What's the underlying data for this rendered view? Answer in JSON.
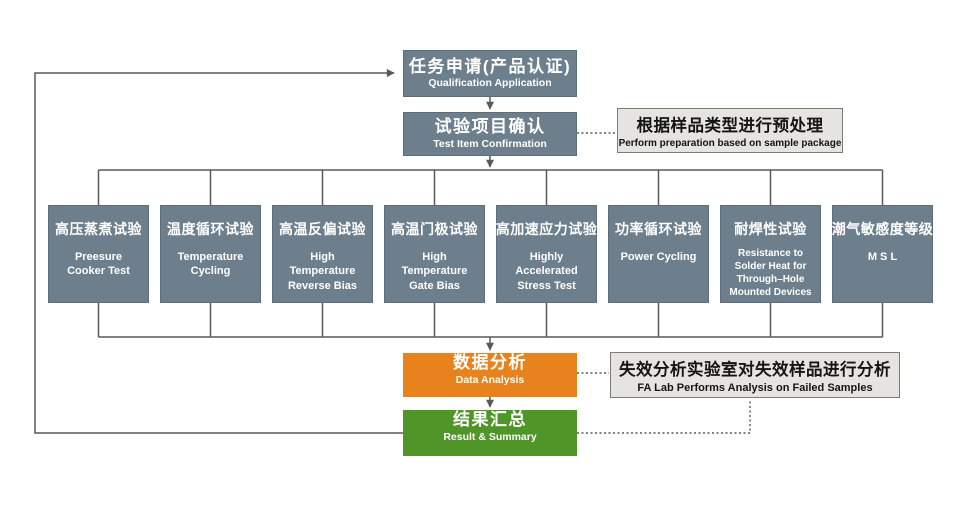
{
  "start": {
    "zh": "任务申请(产品认证)",
    "en": "Qualification Application"
  },
  "confirm": {
    "zh": "试验项目确认",
    "en": "Test Item Confirmation"
  },
  "prep_note": {
    "zh": "根据样品类型进行预处理",
    "en": "Perform preparation based on sample package"
  },
  "tests": [
    {
      "zh": "高压蒸煮试验",
      "en": "Preesure\nCooker Test"
    },
    {
      "zh": "温度循环试验",
      "en": "Temperature\nCycling"
    },
    {
      "zh": "高温反偏试验",
      "en": "High\nTemperature\nReverse Bias"
    },
    {
      "zh": "高温门极试验",
      "en": "High\nTemperature\nGate Bias"
    },
    {
      "zh": "高加速应力试验",
      "en": "Highly\nAccelerated\nStress Test"
    },
    {
      "zh": "功率循环试验",
      "en": "Power Cycling"
    },
    {
      "zh": "耐焊性试验",
      "en": "Resistance to\nSolder Heat  for\nThrough–Hole\nMounted Devices"
    },
    {
      "zh": "潮气敏感度等级",
      "en": "M S L"
    }
  ],
  "data_analysis": {
    "zh": "数据分析",
    "en": "Data Analysis"
  },
  "result": {
    "zh": "结果汇总",
    "en": "Result & Summary"
  },
  "fa_note": {
    "zh": "失效分析实验室对失效样品进行分析",
    "en": "FA Lab Performs Analysis on Failed Samples"
  },
  "colors": {
    "process_box": "#6D7F8C",
    "process_border": "#5C6C78",
    "data_analysis_box": "#E8821D",
    "result_box": "#4F9528",
    "note_box": "#E5E4E0",
    "note_border": "#7C7C76",
    "note_text": "#141414",
    "line": "#58595B",
    "canvas_bg": "#FFFFFF"
  }
}
